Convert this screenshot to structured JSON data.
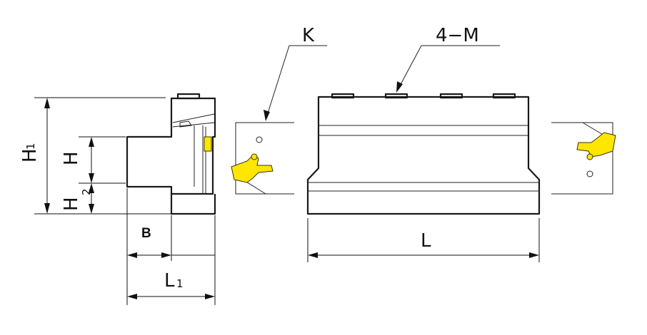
{
  "labels": {
    "H1": "H",
    "H1_sub": "1",
    "H": "H",
    "H2": "H",
    "H2_sub": "2",
    "B": "B",
    "L1": "L",
    "L1_sub": "1",
    "L": "L",
    "K": "K",
    "M": "4−M"
  },
  "colors": {
    "insert": "#ffe600",
    "line": "#1a1a1a"
  }
}
